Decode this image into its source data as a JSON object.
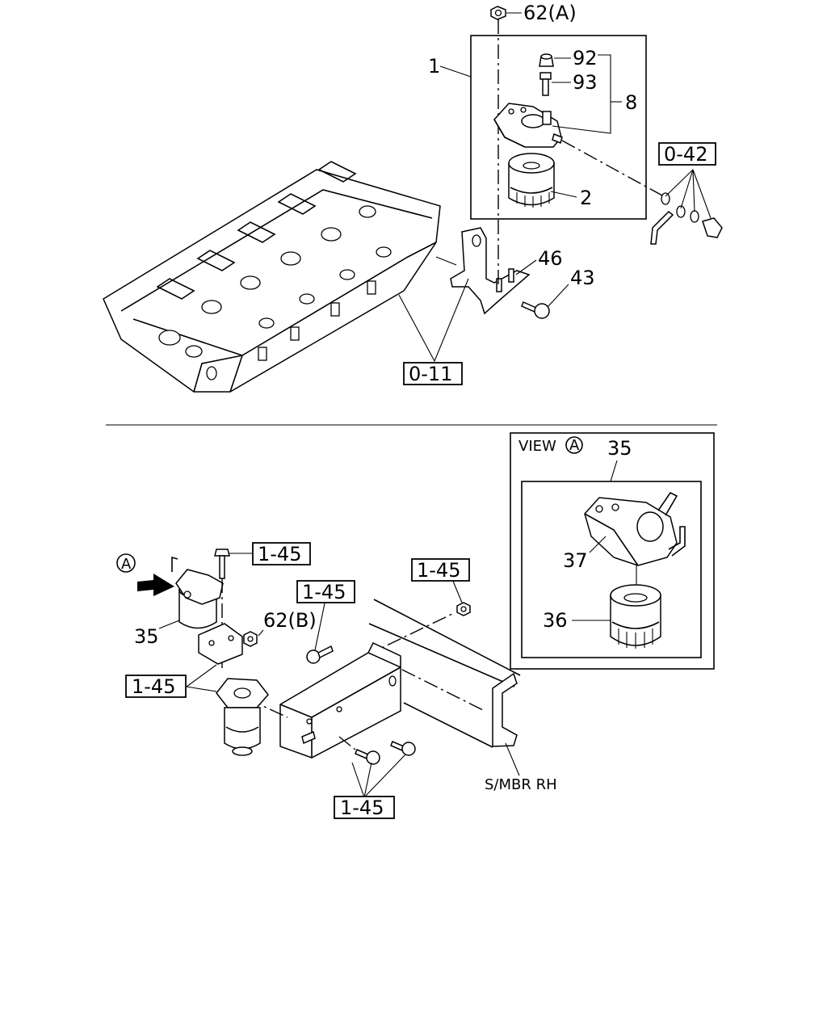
{
  "upper_callouts": {
    "nut_62a": "62(A)",
    "assembly_1": "1",
    "plug_92": "92",
    "screw_93": "93",
    "head_8": "8",
    "element_2": "2",
    "stud_46": "46",
    "bolt_43": "43",
    "ref_0_42": "0-42",
    "ref_0_11": "0-11"
  },
  "lower_callouts": {
    "view_a_marker": "A",
    "filter_35": "35",
    "nut_62b": "62(B)",
    "ref_1_45_bolt": "1-45",
    "ref_1_45_nut": "1-45",
    "ref_1_45_screw": "1-45",
    "ref_1_45_bracket": "1-45",
    "ref_1_45_bottom": "1-45",
    "sidemember_label": "S/MBR RH"
  },
  "view_a": {
    "title": "VIEW",
    "circle_letter": "A",
    "assembly_35": "35",
    "cover_37": "37",
    "element_36": "36"
  }
}
